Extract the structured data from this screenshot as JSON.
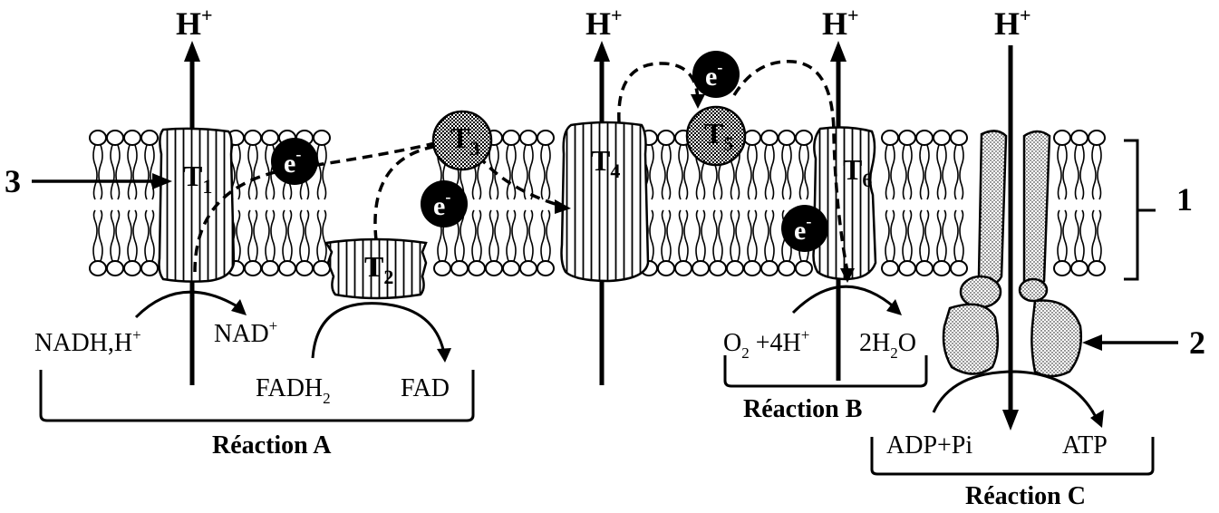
{
  "proton": {
    "symbol": "H",
    "charge": "+"
  },
  "electron": {
    "symbol": "e",
    "charge": "-"
  },
  "transporters": {
    "t1": {
      "letter": "T",
      "sub": "1"
    },
    "t2": {
      "letter": "T",
      "sub": "2"
    },
    "t3": {
      "letter": "T",
      "sub": "3"
    },
    "t4": {
      "letter": "T",
      "sub": "4"
    },
    "t5": {
      "letter": "T",
      "sub": "5"
    },
    "t6": {
      "letter": "T",
      "sub": "6"
    }
  },
  "markers": {
    "m1": "1",
    "m2": "2",
    "m3": "3"
  },
  "reactions": {
    "a": {
      "title": "Réaction A",
      "nadh": {
        "base": "NADH,H",
        "sup": "+"
      },
      "nad": {
        "base": "NAD",
        "sup": "+"
      },
      "fadh2": {
        "base": "FADH",
        "sub": "2"
      },
      "fad": "FAD"
    },
    "b": {
      "title": "Réaction B",
      "o2": {
        "p1": "O",
        "sub": "2",
        "p2": " +4H",
        "sup": "+"
      },
      "h2o": {
        "p1": "2H",
        "sub": "2",
        "p2": "O"
      }
    },
    "c": {
      "title": "Réaction C",
      "adp": "ADP+Pi",
      "atp": "ATP"
    }
  }
}
